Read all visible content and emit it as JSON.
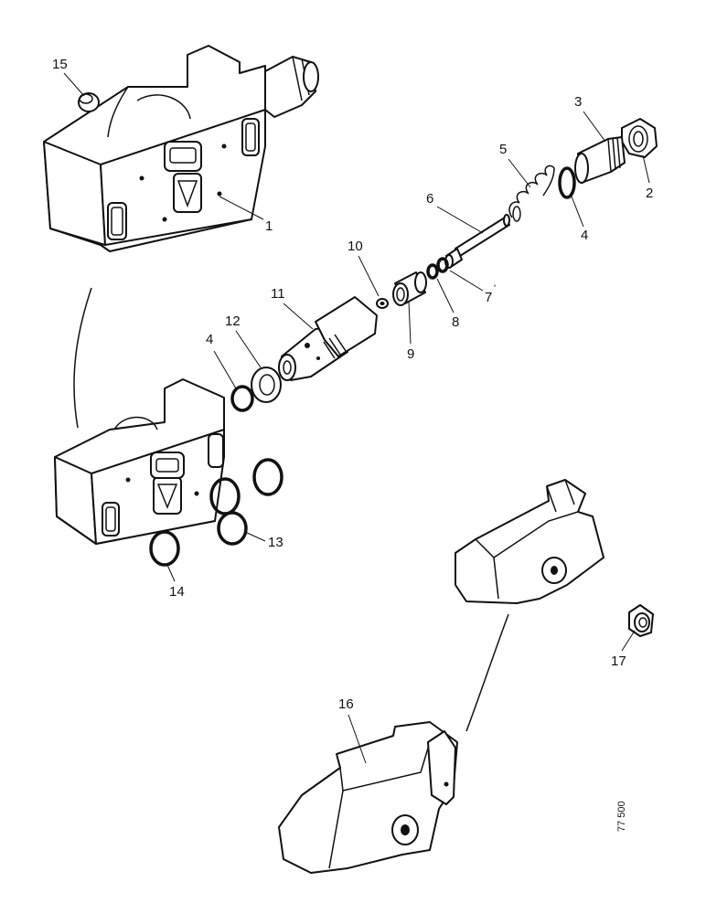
{
  "callouts": {
    "c1": "1",
    "c2": "2",
    "c3": "3",
    "c4a": "4",
    "c4b": "4",
    "c5": "5",
    "c6": "6",
    "c7": "7",
    "c8": "8",
    "c9": "9",
    "c10": "10",
    "c11": "11",
    "c12": "12",
    "c13": "13",
    "c14": "14",
    "c15": "15",
    "c16": "16",
    "c17": "17"
  },
  "reference": "77 500"
}
